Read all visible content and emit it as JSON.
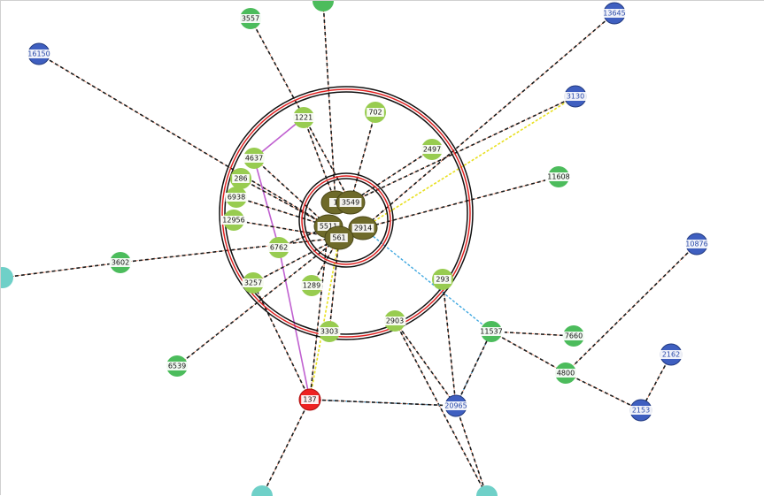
{
  "colors": {
    "edge": "#1a1a1a",
    "edge_dash_accent": "#e05020",
    "green": "#4cbc5c",
    "light_green": "#98cc50",
    "blue": "#3f5fc0",
    "red": "#ee2222",
    "olive": "#6e6a2a",
    "teal": "#6fd0c8",
    "magenta": "#c060d0",
    "yellow": "#e8e020",
    "cyan": "#40a8e0",
    "ring_red": "#e02020"
  },
  "nodes": [
    {
      "id": "n3557",
      "label": "3557",
      "color": "green"
    },
    {
      "id": "n13645",
      "label": "13645",
      "color": "blue"
    },
    {
      "id": "n16150",
      "label": "16150",
      "color": "blue"
    },
    {
      "id": "n3130",
      "label": "3130",
      "color": "blue"
    },
    {
      "id": "n1221",
      "label": "1221",
      "color": "light_green"
    },
    {
      "id": "n702",
      "label": "702",
      "color": "light_green"
    },
    {
      "id": "n4637",
      "label": "4637",
      "color": "light_green"
    },
    {
      "id": "n2497",
      "label": "2497",
      "color": "light_green"
    },
    {
      "id": "n286",
      "label": "286",
      "color": "light_green"
    },
    {
      "id": "n6938",
      "label": "6938",
      "color": "light_green"
    },
    {
      "id": "n12956",
      "label": "12956",
      "color": "light_green"
    },
    {
      "id": "n11608",
      "label": "11608",
      "color": "green"
    },
    {
      "id": "n10876",
      "label": "10876",
      "color": "blue"
    },
    {
      "id": "n3602",
      "label": "3602",
      "color": "green"
    },
    {
      "id": "n6762",
      "label": "6762",
      "color": "light_green"
    },
    {
      "id": "n293",
      "label": "293",
      "color": "light_green"
    },
    {
      "id": "n3257",
      "label": "3257",
      "color": "light_green"
    },
    {
      "id": "n1289",
      "label": "1289",
      "color": "light_green"
    },
    {
      "id": "n3303",
      "label": "3303",
      "color": "light_green"
    },
    {
      "id": "n2903",
      "label": "2903",
      "color": "light_green"
    },
    {
      "id": "n11537",
      "label": "11537",
      "color": "green"
    },
    {
      "id": "n7660",
      "label": "7660",
      "color": "green"
    },
    {
      "id": "n6539",
      "label": "6539",
      "color": "green"
    },
    {
      "id": "n4800",
      "label": "4800",
      "color": "green"
    },
    {
      "id": "n2162",
      "label": "2162",
      "color": "blue"
    },
    {
      "id": "n137",
      "label": "137",
      "color": "red"
    },
    {
      "id": "n20965",
      "label": "20965",
      "color": "blue"
    },
    {
      "id": "n2153",
      "label": "2153",
      "color": "blue"
    },
    {
      "id": "c1",
      "label": "1",
      "color": "olive"
    },
    {
      "id": "c3549",
      "label": "3549",
      "color": "olive"
    },
    {
      "id": "c5511",
      "label": "5511",
      "color": "olive"
    },
    {
      "id": "c2914",
      "label": "2914",
      "color": "olive"
    },
    {
      "id": "c561",
      "label": "561",
      "color": "olive"
    },
    {
      "id": "top_green",
      "label": "",
      "color": "green"
    },
    {
      "id": "left_edge",
      "label": "",
      "color": "teal"
    },
    {
      "id": "bottom_teal1",
      "label": "",
      "color": "teal"
    },
    {
      "id": "bottom_teal2",
      "label": "",
      "color": "teal"
    }
  ],
  "edges": [
    {
      "from": "n3557",
      "to": "c3549",
      "style": "dashed"
    },
    {
      "from": "top_green",
      "to": "c1",
      "style": "dashed"
    },
    {
      "from": "n13645",
      "to": "c2914",
      "style": "dashed"
    },
    {
      "from": "n16150",
      "to": "c5511",
      "style": "dashed"
    },
    {
      "from": "n3130",
      "to": "c3549",
      "style": "dashed"
    },
    {
      "from": "n3130",
      "to": "c2914",
      "style": "yellow"
    },
    {
      "from": "n1221",
      "to": "c1",
      "style": "dashed"
    },
    {
      "from": "n702",
      "to": "c3549",
      "style": "dashed"
    },
    {
      "from": "n4637",
      "to": "c5511",
      "style": "dashed"
    },
    {
      "from": "n4637",
      "to": "n1221",
      "style": "magenta"
    },
    {
      "from": "n4637",
      "to": "n6762",
      "style": "magenta"
    },
    {
      "from": "n2497",
      "to": "c3549",
      "style": "dashed"
    },
    {
      "from": "n286",
      "to": "c5511",
      "style": "dashed"
    },
    {
      "from": "n6938",
      "to": "c5511",
      "style": "dashed"
    },
    {
      "from": "n12956",
      "to": "c561",
      "style": "dashed"
    },
    {
      "from": "n11608",
      "to": "c2914",
      "style": "dashed"
    },
    {
      "from": "n10876",
      "to": "n4800",
      "style": "dashed"
    },
    {
      "from": "n3602",
      "to": "c561",
      "style": "dashed"
    },
    {
      "from": "left_edge",
      "to": "n3602",
      "style": "dashed"
    },
    {
      "from": "n6762",
      "to": "c5511",
      "style": "dashed"
    },
    {
      "from": "n6762",
      "to": "n137",
      "style": "magenta"
    },
    {
      "from": "n293",
      "to": "n20965",
      "style": "dashed"
    },
    {
      "from": "n3257",
      "to": "c561",
      "style": "dashed"
    },
    {
      "from": "n1289",
      "to": "c561",
      "style": "dashed"
    },
    {
      "from": "n3303",
      "to": "c561",
      "style": "dashed"
    },
    {
      "from": "n137",
      "to": "c561",
      "style": "yellow"
    },
    {
      "from": "n2903",
      "to": "n20965",
      "style": "dashed"
    },
    {
      "from": "n2903",
      "to": "bottom_teal2",
      "style": "dashed"
    },
    {
      "from": "c2914",
      "to": "n11537",
      "style": "cyan"
    },
    {
      "from": "n11537",
      "to": "n7660",
      "style": "dashed"
    },
    {
      "from": "n11537",
      "to": "n4800",
      "style": "dashed"
    },
    {
      "from": "n11537",
      "to": "n20965",
      "style": "cyan"
    },
    {
      "from": "n6539",
      "to": "c561",
      "style": "dashed"
    },
    {
      "from": "n4800",
      "to": "n2153",
      "style": "dashed"
    },
    {
      "from": "n2162",
      "to": "n2153",
      "style": "dashed"
    },
    {
      "from": "n137",
      "to": "n20965",
      "style": "cyan"
    },
    {
      "from": "n137",
      "to": "n20965",
      "style": "dashed"
    },
    {
      "from": "n137",
      "to": "c5511",
      "style": "dashed"
    },
    {
      "from": "n137",
      "to": "n3257",
      "style": "dashed"
    },
    {
      "from": "n137",
      "to": "bottom_teal1",
      "style": "dashed"
    },
    {
      "from": "n20965",
      "to": "n11537",
      "style": "dashed"
    },
    {
      "from": "n20965",
      "to": "bottom_teal2",
      "style": "dashed"
    }
  ]
}
